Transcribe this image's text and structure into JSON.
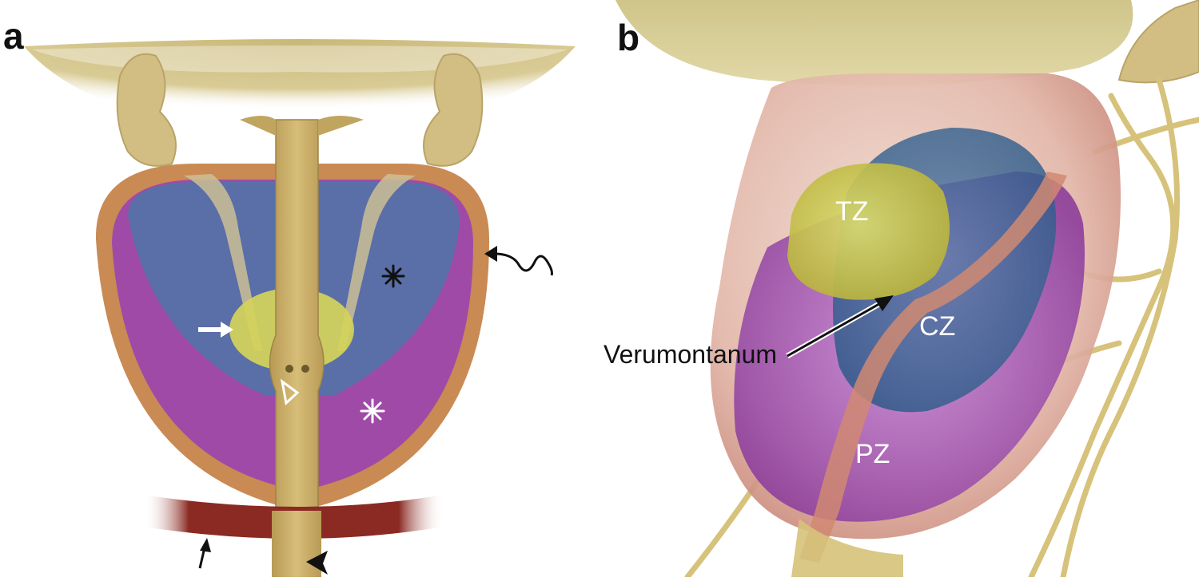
{
  "panels": [
    {
      "letter": "a"
    },
    {
      "letter": "b",
      "labels": {
        "tz": "TZ",
        "cz": "CZ",
        "pz": "PZ",
        "verumontanum": "Verumontanum"
      }
    }
  ],
  "colors": {
    "bladder": "#d8c890",
    "capsule": "#c98a54",
    "central_zone": "#5a6ea8",
    "peripheral_zone": "#a04aa8",
    "transition_zone": "#d4d25a",
    "urethra": "#c0a560",
    "sphincter": "#8a2a22",
    "prostate_shell": "#d8a49a"
  },
  "icons": [
    "black-star-asterisk-icon",
    "white-star-asterisk-icon",
    "white-arrow-icon",
    "curly-arrow-icon",
    "open-arrowhead-icon",
    "black-arrowhead-icon",
    "small-black-arrow-icon"
  ]
}
